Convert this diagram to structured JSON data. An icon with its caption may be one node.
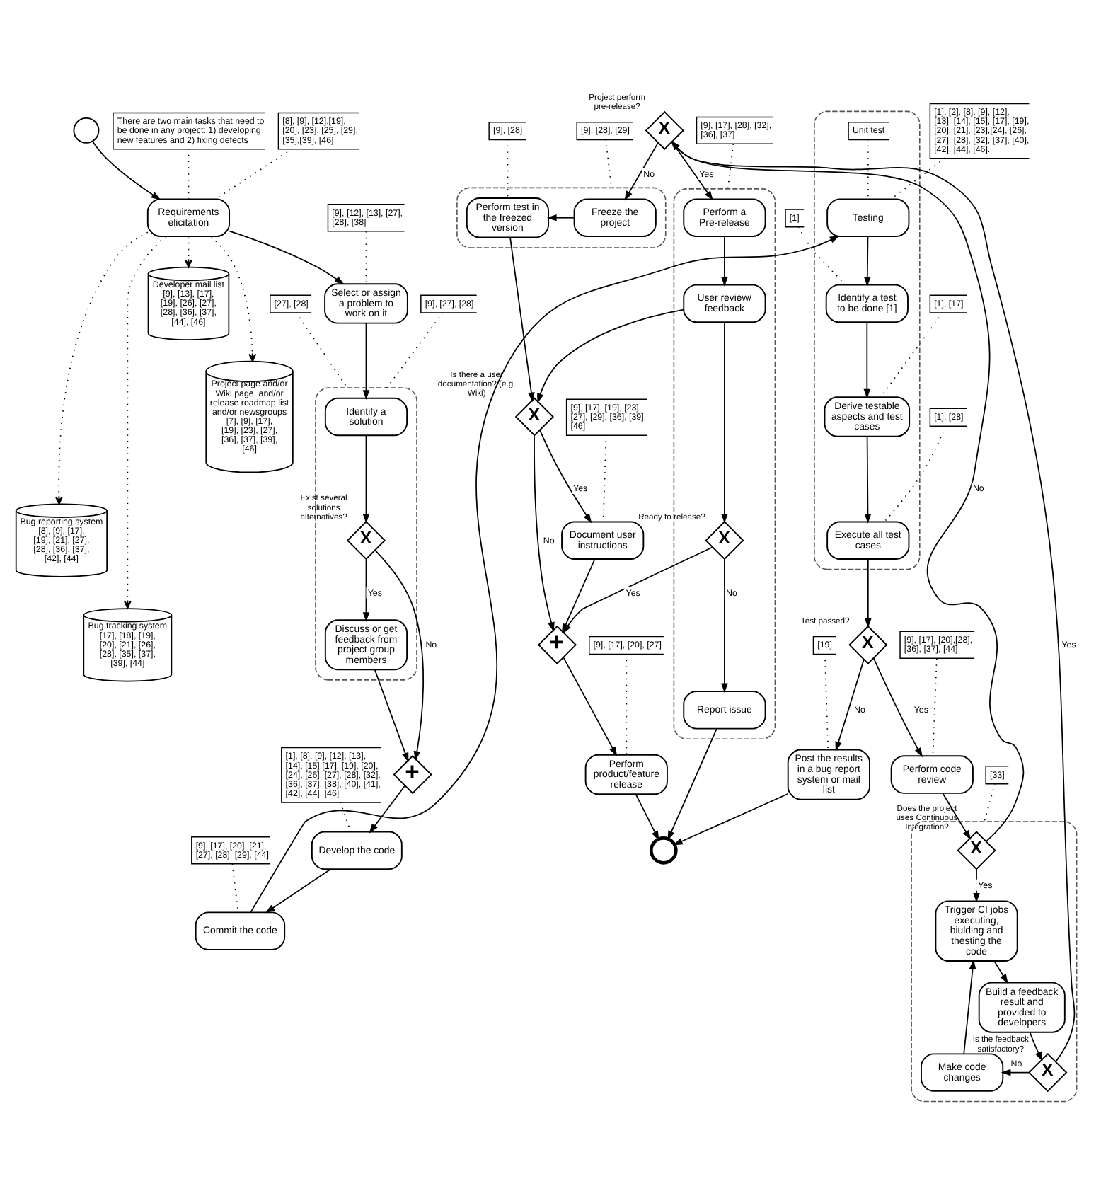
{
  "diagram": {
    "nodes": [
      {
        "text": [],
        "shape": "circle"
      },
      {
        "text": [
          "There are two main tasks that need to be done in any project: 1) developing new features and 2) fixing defects"
        ]
      },
      {
        "text": [
          "Requirements elicitation"
        ]
      },
      {
        "text": [
          "[8], [9], [12],[19], [20], [23], [25], [29], [35],[39], [46]"
        ]
      },
      {
        "text": [
          "Developer mail list [9], [13], [17], [19], [26], [27], [28], [36], [37], [44], [46]"
        ]
      },
      {
        "text": [
          "Project page and/or Wiki page, and/or release roadmap list and/or newsgroups [7], [9], [17], [19], [23], [27], [36], [37], [39], [46]"
        ]
      },
      {
        "text": [
          "Bug reporting system [8], [9], [17], [19], [21], [27], [28], [36], [37], [42], [44]"
        ]
      },
      {
        "text": [
          "Bug tracking system [17], [18], [19], [20], [21], [26], [28], [35], [37], [39], [44]"
        ]
      },
      {
        "text": [
          "[9], [12], [13], [27], [28], [38]"
        ]
      },
      {
        "text": [
          "Select or assign a problem to work on it"
        ]
      },
      {
        "text": [
          "[9], [27], [28]"
        ]
      },
      {
        "text": [],
        "shape": "box"
      },
      {
        "text": [
          "Identify a solution"
        ],
        "in": 11
      },
      {
        "text": [
          "X"
        ],
        "beside": [
          "Exist several solutions alternatives?"
        ],
        "in": 11
      },
      {
        "text": [
          "Discuss or get feedback from project group members"
        ],
        "in": 11
      },
      {
        "text": [
          "[27], [28]"
        ]
      },
      {
        "text": [
          "[1], [8], [9], [12], [13], [14], [15],[17], [19], [20], [24], [26], [27], [28], [32], [36], [37], [38], [40], [41], [42], [44], [46]"
        ]
      },
      {
        "text": [
          "+"
        ]
      },
      {
        "text": [
          "Develop the code"
        ]
      },
      {
        "text": [
          "Commit the code"
        ]
      },
      {
        "text": [
          "[9], [17], [20], [21], [27], [28], [29], [44]"
        ]
      },
      {
        "text": [],
        "shape": "box"
      },
      {
        "text": [
          "Unit test"
        ],
        "in": 21
      },
      {
        "text": [
          "Testing"
        ],
        "in": 21
      },
      {
        "text": [
          "[1], [2], [8], [9], [12], [13], [14], [15], [17], [19], [20], [21], [23],[24], [26], [27], [28], [32], [37], [40], [42], [44], [46]."
        ]
      },
      {
        "text": [
          "Identify a test to be done [1]"
        ],
        "in": 21
      },
      {
        "text": [
          "[1]"
        ]
      },
      {
        "text": [
          "Derive testable aspects and test cases"
        ],
        "in": 21
      },
      {
        "text": [
          "[1], [17]"
        ]
      },
      {
        "text": [
          "Execute all test cases"
        ],
        "in": 21
      },
      {
        "text": [
          "[1], [28]"
        ]
      },
      {
        "text": [
          "[19]"
        ]
      },
      {
        "text": [
          "Post the results in a bug report system or mail list"
        ]
      },
      {
        "text": [
          "X"
        ],
        "beside": [
          "Test passed?"
        ]
      },
      {
        "text": [
          "Perform code review"
        ]
      },
      {
        "text": [
          "[9], [17], [20],[28], [36], [37], [44]"
        ]
      },
      {
        "text": [
          "[33]"
        ]
      },
      {
        "text": [],
        "shape": "box"
      },
      {
        "text": [
          "X"
        ],
        "beside": [
          "Does the project uses Continuous Integration?"
        ],
        "in": 37
      },
      {
        "text": [
          "Trigger CI jobs executing, biulding and thesting the code"
        ],
        "in": 37
      },
      {
        "text": [
          "Build a feedback result and provided to developers"
        ],
        "in": 37
      },
      {
        "text": [
          "Make code changes"
        ],
        "in": 37
      },
      {
        "text": [
          "X"
        ],
        "beside": [
          "Project perform pre-release?"
        ]
      },
      {
        "text": [
          "X"
        ],
        "beside": [
          "Is the feedback satisfactory?"
        ],
        "in": 37
      },
      {
        "text": [
          "[9], [28], [29]"
        ]
      },
      {
        "text": [],
        "shape": "box"
      },
      {
        "text": [
          "Freeze the project"
        ],
        "in": 45
      },
      {
        "text": [
          "Perform test in the freezed version"
        ],
        "in": 45
      },
      {
        "text": [
          "[9], [28]"
        ]
      },
      {
        "text": [],
        "shape": "box"
      },
      {
        "text": [
          "Perform a Pre-release"
        ],
        "in": 49
      },
      {
        "text": [
          "User review/ feedback"
        ],
        "in": 49
      },
      {
        "text": [
          "X"
        ],
        "beside": [
          "Is there a user documentation? (e.g. Wiki)"
        ]
      },
      {
        "text": [
          "Report issue"
        ],
        "in": 49
      },
      {
        "text": [
          "[9], [17], [28], [32], [36], [37]"
        ]
      },
      {
        "text": [
          "X"
        ],
        "beside": [
          "Ready to release?"
        ],
        "in": 49
      },
      {
        "text": [
          "Document user instructions"
        ]
      },
      {
        "text": [
          "[9], [17], [19], [23], [27], [29], [36], [39], [46]"
        ]
      },
      {
        "text": [
          "+"
        ]
      },
      {
        "text": [
          "Perform product/feature release"
        ]
      },
      {
        "text": [
          "[9], [17], [20], [27]"
        ]
      },
      {
        "text": [],
        "shape": "circle"
      }
    ],
    "edges": [
      {
        "from": 0,
        "to": 2,
        "arrow": "to"
      },
      {
        "from": 1,
        "to": 2,
        "arrow": "none",
        "style": "dashed"
      },
      {
        "from": 3,
        "to": 2,
        "arrow": "none",
        "style": "dashed"
      },
      {
        "from": 2,
        "to": 4,
        "arrow": "to",
        "style": "dashed"
      },
      {
        "from": 2,
        "to": 5,
        "arrow": "to",
        "style": "dashed"
      },
      {
        "from": 2,
        "to": 6,
        "arrow": "to",
        "style": "dashed"
      },
      {
        "from": 2,
        "to": 7,
        "arrow": "to",
        "style": "dashed"
      },
      {
        "from": 2,
        "to": 9,
        "arrow": "to"
      },
      {
        "from": 8,
        "to": 9,
        "arrow": "none",
        "style": "dashed"
      },
      {
        "from": 9,
        "to": 12,
        "arrow": "to"
      },
      {
        "from": 10,
        "to": 11,
        "arrow": "none",
        "style": "dashed"
      },
      {
        "from": 12,
        "to": 13,
        "arrow": "to"
      },
      {
        "from": 13,
        "to": 17,
        "arrow": "to",
        "label": "No"
      },
      {
        "from": 13,
        "to": 14,
        "arrow": "to",
        "label": "Yes"
      },
      {
        "from": 14,
        "to": 17,
        "arrow": "to"
      },
      {
        "from": 15,
        "to": 11,
        "arrow": "none",
        "style": "dashed"
      },
      {
        "from": 17,
        "to": 18,
        "arrow": "to"
      },
      {
        "from": 16,
        "to": 18,
        "arrow": "none",
        "style": "dashed"
      },
      {
        "from": 18,
        "to": 19,
        "arrow": "to"
      },
      {
        "from": 20,
        "to": 19,
        "arrow": "none",
        "style": "dashed"
      },
      {
        "from": 19,
        "to": 23,
        "arrow": "to"
      },
      {
        "from": 22,
        "to": 23,
        "arrow": "none",
        "style": "dashed"
      },
      {
        "from": 24,
        "to": 23,
        "arrow": "none",
        "style": "dashed"
      },
      {
        "from": 23,
        "to": 25,
        "arrow": "to"
      },
      {
        "from": 26,
        "to": 25,
        "arrow": "none",
        "style": "dashed"
      },
      {
        "from": 25,
        "to": 27,
        "arrow": "to"
      },
      {
        "from": 28,
        "to": 27,
        "arrow": "none",
        "style": "dashed"
      },
      {
        "from": 27,
        "to": 29,
        "arrow": "to"
      },
      {
        "from": 30,
        "to": 29,
        "arrow": "none",
        "style": "dashed"
      },
      {
        "from": 29,
        "to": 33,
        "arrow": "to"
      },
      {
        "from": 33,
        "to": 32,
        "arrow": "to",
        "label": "No"
      },
      {
        "from": 33,
        "to": 34,
        "arrow": "to",
        "label": "Yes"
      },
      {
        "from": 31,
        "to": 32,
        "arrow": "none",
        "style": "dashed"
      },
      {
        "from": 32,
        "to": 61,
        "arrow": "to"
      },
      {
        "from": 34,
        "to": 38,
        "arrow": "to"
      },
      {
        "from": 35,
        "to": 34,
        "arrow": "none",
        "style": "dashed"
      },
      {
        "from": 36,
        "to": 37,
        "arrow": "none",
        "style": "dashed"
      },
      {
        "from": 38,
        "to": 42,
        "arrow": "to",
        "label": "No"
      },
      {
        "from": 38,
        "to": 39,
        "arrow": "to",
        "label": "Yes"
      },
      {
        "from": 39,
        "to": 40,
        "arrow": "to"
      },
      {
        "from": 40,
        "to": 43,
        "arrow": "to"
      },
      {
        "from": 43,
        "to": 41,
        "arrow": "to",
        "label": "No"
      },
      {
        "from": 43,
        "to": 42,
        "arrow": "to",
        "label": "Yes"
      },
      {
        "from": 41,
        "to": 39,
        "arrow": "to"
      },
      {
        "from": 42,
        "to": 46,
        "arrow": "to",
        "label": "No"
      },
      {
        "from": 42,
        "to": 50,
        "arrow": "to",
        "label": "Yes"
      },
      {
        "from": 44,
        "to": 45,
        "arrow": "none",
        "style": "dashed"
      },
      {
        "from": 46,
        "to": 47,
        "arrow": "to"
      },
      {
        "from": 48,
        "to": 47,
        "arrow": "none",
        "style": "dashed"
      },
      {
        "from": 47,
        "to": 52,
        "arrow": "to"
      },
      {
        "from": 50,
        "to": 51,
        "arrow": "to"
      },
      {
        "from": 51,
        "to": 52,
        "arrow": "to"
      },
      {
        "from": 51,
        "to": 55,
        "arrow": "to"
      },
      {
        "from": 55,
        "to": 53,
        "arrow": "to",
        "label": "No"
      },
      {
        "from": 55,
        "to": 58,
        "arrow": "to",
        "label": "Yes"
      },
      {
        "from": 53,
        "to": 61,
        "arrow": "to"
      },
      {
        "from": 54,
        "to": 49,
        "arrow": "none",
        "style": "dashed"
      },
      {
        "from": 52,
        "to": 56,
        "arrow": "to",
        "label": "Yes"
      },
      {
        "from": 52,
        "to": 58,
        "arrow": "to",
        "label": "No"
      },
      {
        "from": 56,
        "to": 58,
        "arrow": "to"
      },
      {
        "from": 57,
        "to": 56,
        "arrow": "none",
        "style": "dashed"
      },
      {
        "from": 58,
        "to": 59,
        "arrow": "to"
      },
      {
        "from": 59,
        "to": 61,
        "arrow": "to"
      },
      {
        "from": 60,
        "to": 59,
        "arrow": "none",
        "style": "dashed"
      }
    ]
  }
}
